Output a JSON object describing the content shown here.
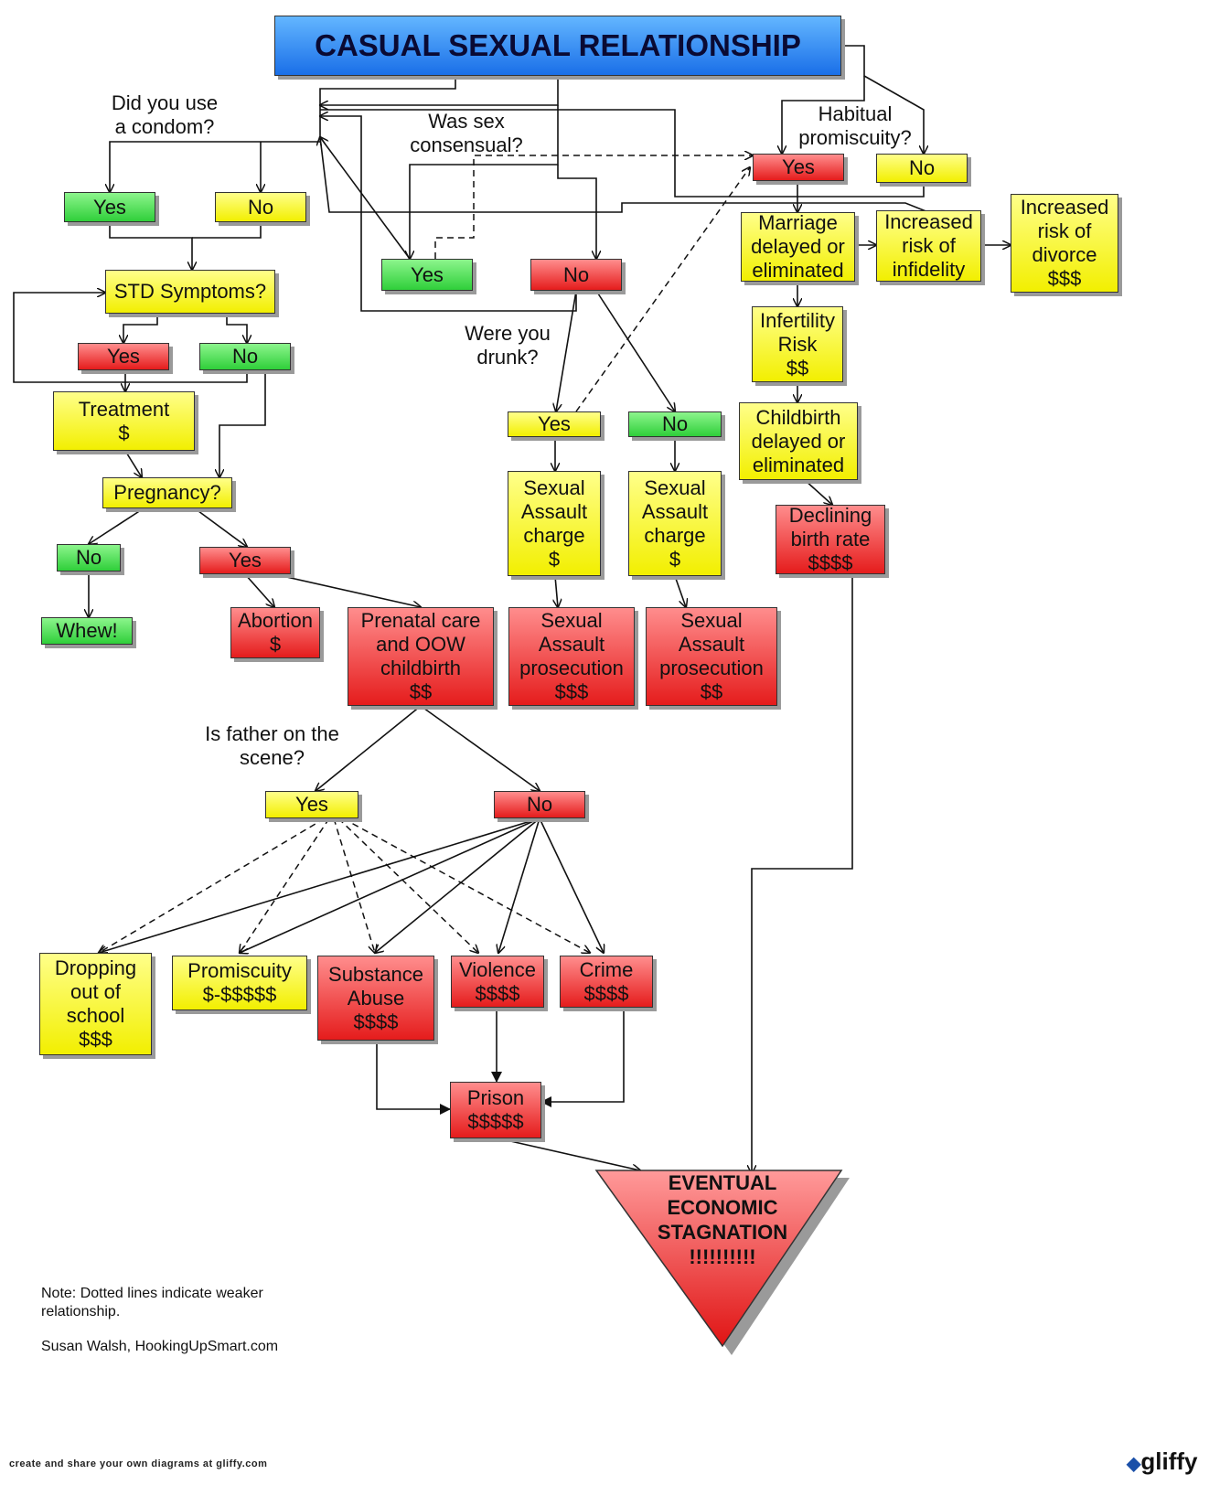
{
  "title": "CASUAL SEXUAL RELATIONSHIP",
  "questions": {
    "condom": "Did you use\na condom?",
    "consensual": "Was sex\nconsensual?",
    "promiscuity": "Habitual\npromiscuity?",
    "drunk": "Were you\ndrunk?",
    "father": "Is father on the\nscene?"
  },
  "nodes": {
    "condom_yes": "Yes",
    "condom_no": "No",
    "std": "STD Symptoms?",
    "std_yes": "Yes",
    "std_no": "No",
    "treatment": "Treatment\n$",
    "pregnancy": "Pregnancy?",
    "preg_no": "No",
    "preg_yes": "Yes",
    "whew": "Whew!",
    "abortion": "Abortion\n$",
    "prenatal": "Prenatal care\nand OOW\nchildbirth\n$$",
    "cons_yes": "Yes",
    "cons_no": "No",
    "drunk_yes": "Yes",
    "drunk_no": "No",
    "assault_charge_1": "Sexual\nAssault\ncharge\n$",
    "assault_charge_2": "Sexual\nAssault\ncharge\n$",
    "prosecution_1": "Sexual\nAssault\nprosecution\n$$$",
    "prosecution_2": "Sexual\nAssault\nprosecution\n$$",
    "prom_yes": "Yes",
    "prom_no": "No",
    "marriage": "Marriage\ndelayed or\neliminated",
    "infidelity": "Increased\nrisk of\ninfidelity",
    "divorce": "Increased\nrisk of\ndivorce\n$$$",
    "infertility": "Infertility\nRisk\n$$",
    "childbirth": "Childbirth\ndelayed or\neliminated",
    "birthrate": "Declining\nbirth rate\n$$$$",
    "father_yes": "Yes",
    "father_no": "No",
    "dropping": "Dropping\nout of\nschool\n$$$",
    "promiscuity": "Promiscuity\n$-$$$$$",
    "substance": "Substance\nAbuse\n$$$$",
    "violence": "Violence\n$$$$",
    "crime": "Crime\n$$$$",
    "prison": "Prison\n$$$$$",
    "stagnation": "EVENTUAL\nECONOMIC\nSTAGNATION\n!!!!!!!!!!"
  },
  "note": "Note: Dotted lines indicate weaker\nrelationship.",
  "credit": "Susan Walsh, HookingUpSmart.com",
  "footer": "create and share your own diagrams at gliffy.com",
  "logo": "gliffy",
  "colors": {
    "green": "#2fcf3a",
    "yellow": "#f2ef00",
    "red": "#e51c1c",
    "blue": "#1a6fe8"
  }
}
